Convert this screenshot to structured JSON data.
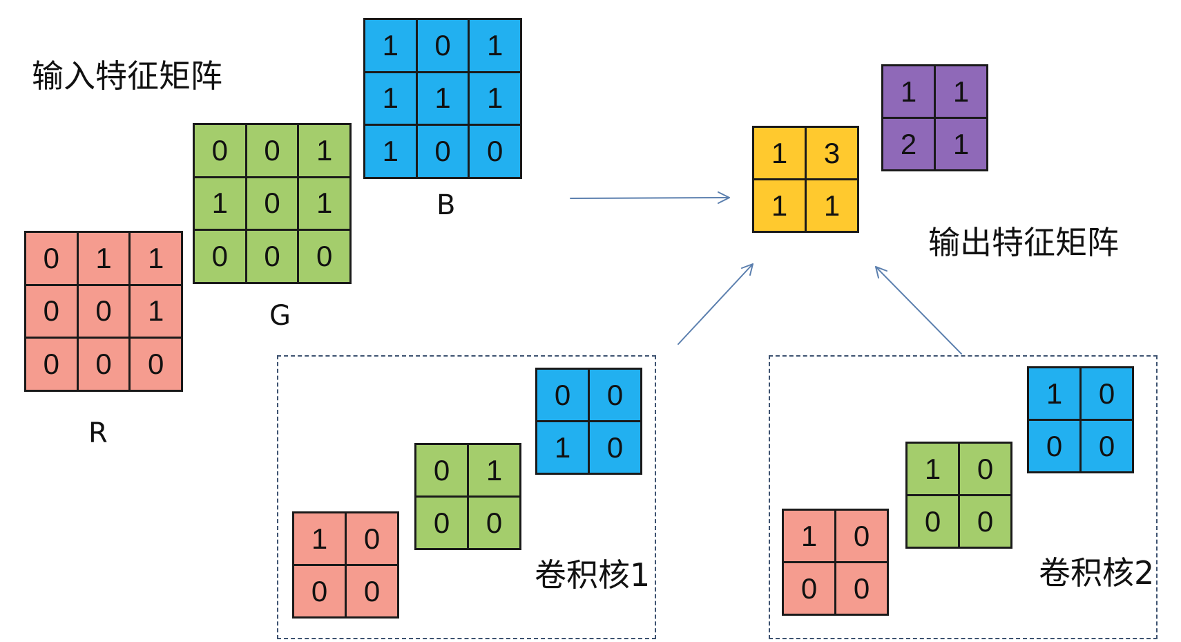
{
  "input": {
    "title": "输入特征矩阵",
    "R": {
      "label": "R",
      "values": [
        "0",
        "1",
        "1",
        "0",
        "0",
        "1",
        "0",
        "0",
        "0"
      ]
    },
    "G": {
      "label": "G",
      "values": [
        "0",
        "0",
        "1",
        "1",
        "0",
        "1",
        "0",
        "0",
        "0"
      ]
    },
    "B": {
      "label": "B",
      "values": [
        "1",
        "0",
        "1",
        "1",
        "1",
        "1",
        "1",
        "0",
        "0"
      ]
    }
  },
  "kernel1": {
    "label": "卷积核1",
    "R": [
      "1",
      "0",
      "0",
      "0"
    ],
    "G": [
      "0",
      "1",
      "0",
      "0"
    ],
    "B": [
      "0",
      "0",
      "1",
      "0"
    ]
  },
  "kernel2": {
    "label": "卷积核2",
    "R": [
      "1",
      "0",
      "0",
      "0"
    ],
    "G": [
      "1",
      "0",
      "0",
      "0"
    ],
    "B": [
      "1",
      "0",
      "0",
      "0"
    ]
  },
  "output": {
    "title": "输出特征矩阵",
    "map1": [
      "1",
      "3",
      "1",
      "1"
    ],
    "map2": [
      "1",
      "1",
      "2",
      "1"
    ]
  },
  "colors": {
    "red": "#f59c8f",
    "green": "#a4cd6c",
    "blue": "#22b0f0",
    "yellow": "#ffc92e",
    "purple": "#8f69b8",
    "arrow": "#5b7fae",
    "dash": "#3d5270"
  }
}
